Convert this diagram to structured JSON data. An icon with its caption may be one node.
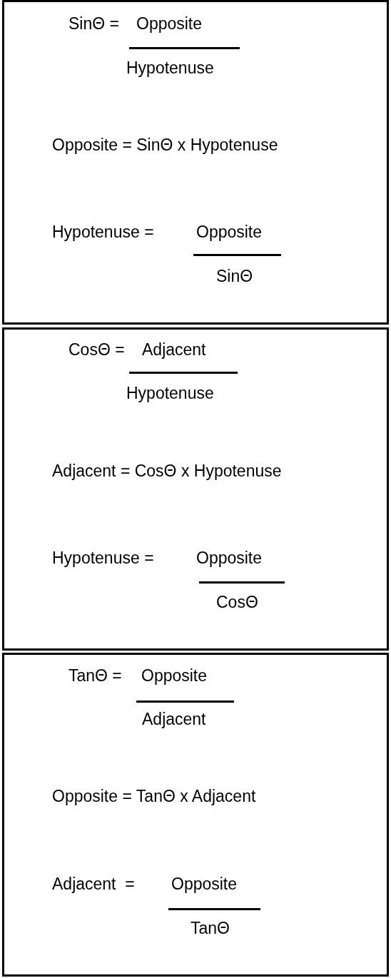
{
  "diagram": {
    "nodes": [
      {
        "text": [
          "SinΘ =",
          "Opposite",
          "Hypotenuse",
          "Opposite = SinΘ x Hypotenuse",
          "Hypotenuse =",
          "Opposite",
          "SinΘ"
        ]
      },
      {
        "text": [
          "CosΘ =",
          "Adjacent",
          "Hypotenuse",
          "Adjacent = CosΘ x Hypotenuse",
          "Hypotenuse =",
          "Opposite",
          "CosΘ"
        ]
      },
      {
        "text": [
          "TanΘ =",
          "Opposite",
          "Adjacent",
          "Opposite = TanΘ x Adjacent",
          "Adjacent  =",
          "Opposite",
          "TanΘ"
        ]
      }
    ]
  }
}
